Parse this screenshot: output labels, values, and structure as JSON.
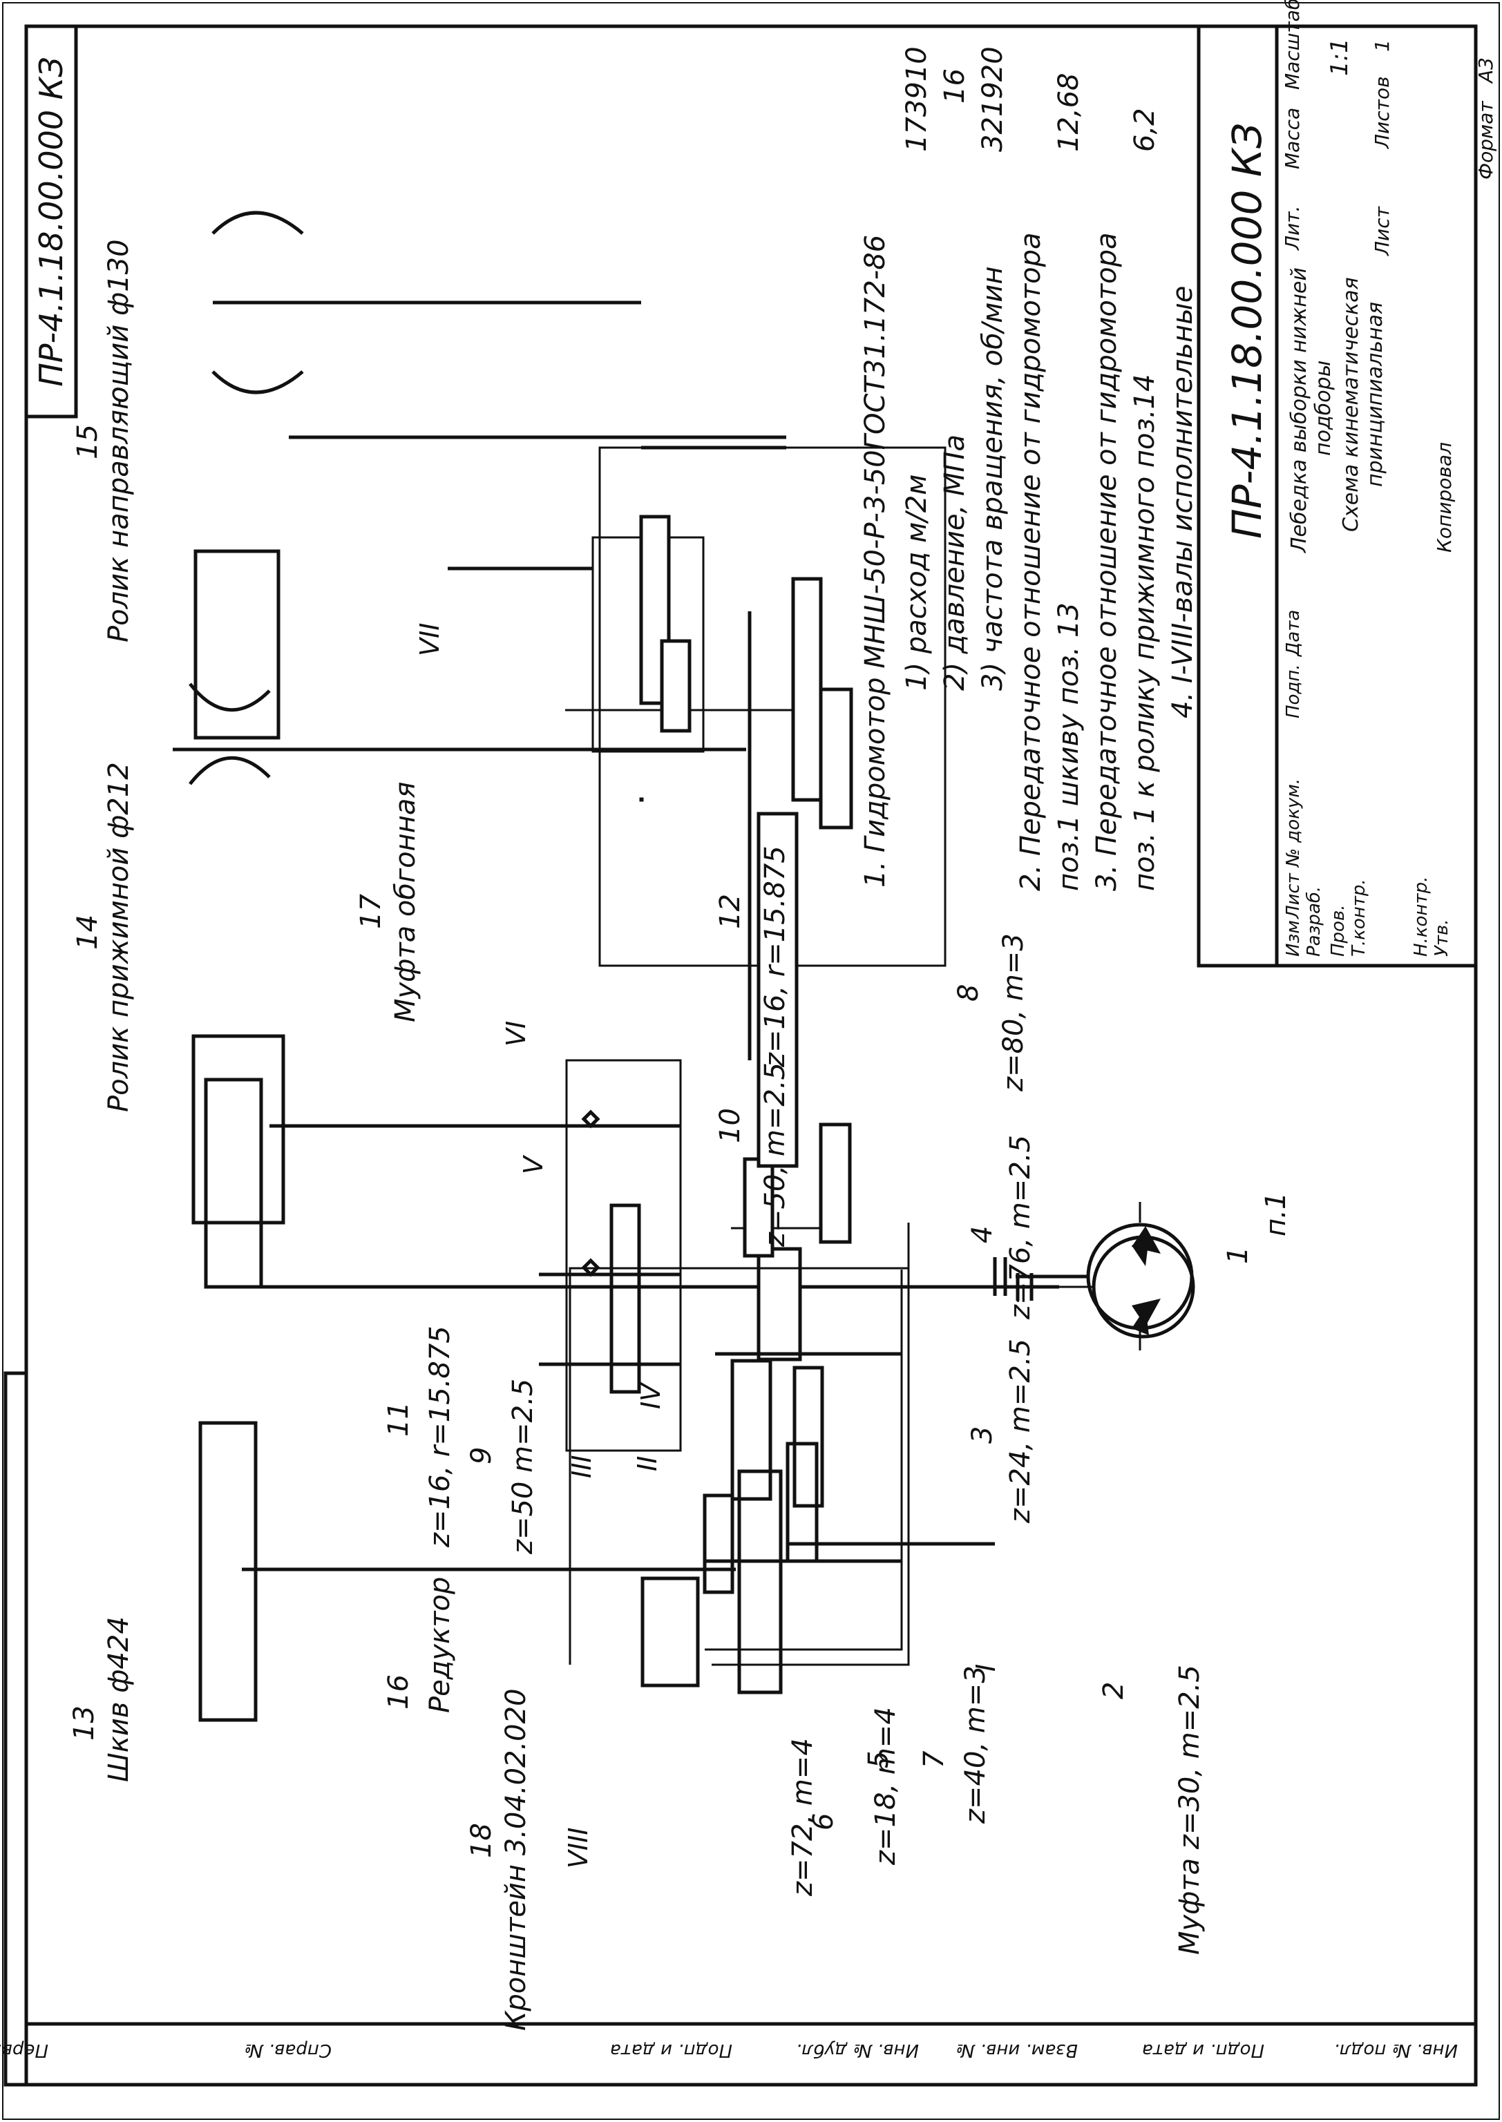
{
  "document": {
    "code": "ПР-4.1.18.00.000 КЗ",
    "code_corner": "ПР-4.1.18.00.000 КЗ",
    "format_label": "Формат",
    "format_value": "А3",
    "copied_label": "Копировал"
  },
  "title_block": {
    "name_lines": [
      "Лебедка выборки нижней",
      "подборы",
      "Схема кинематическая",
      "принципиальная"
    ],
    "headers": {
      "lit": "Лит.",
      "mass": "Масса",
      "scale": "Масштаб",
      "scale_value": "1:1",
      "sheet": "Лист",
      "sheets": "Листов",
      "sheets_value": "1"
    },
    "rev_headers": [
      "Изм",
      "Лист",
      "№ докум.",
      "Подп.",
      "Дата"
    ],
    "roles": [
      "Разраб.",
      "Пров.",
      "Т.контр.",
      "Н.контр.",
      "Утв."
    ]
  },
  "side_strip": {
    "cells": [
      "Перв. примен.",
      "Справ. №",
      "Подп. и дата",
      "Инв. № дубл.",
      "Взам. инв. №",
      "Подп. и дата",
      "Инв. № подл."
    ]
  },
  "notes": {
    "lines": [
      "1. Гидромотор МНШ-50-Р-3-50ГОСТ31.172-86",
      "1) расход м/2м",
      "2) давление, МПа",
      "3) частота вращения, об/мин",
      "2. Передаточное отношение от гидромотора",
      "поз.1 шкиву поз. 13",
      "3. Передаточное отношение от гидромотора",
      "поз. 1 к ролику прижимного поз.14",
      "4. I-VIII-валы исполнительные"
    ],
    "values": [
      "173910",
      "16",
      "321920",
      "12,68",
      "6,2"
    ]
  },
  "components": [
    {
      "pos": "1",
      "text": "п.1"
    },
    {
      "pos": "2",
      "text": "Муфта z=30, m=2.5"
    },
    {
      "pos": "3",
      "text": "z=24, m=2.5"
    },
    {
      "pos": "4",
      "text": "z=76, m=2.5"
    },
    {
      "pos": "5",
      "text": "z=18, m=4"
    },
    {
      "pos": "6",
      "text": "z=72, m=4"
    },
    {
      "pos": "7",
      "text": "z=40, m=3"
    },
    {
      "pos": "8",
      "text": "z=80, m=3"
    },
    {
      "pos": "9",
      "text": "z=50 m=2.5"
    },
    {
      "pos": "10",
      "text": "z=50, m=2.5"
    },
    {
      "pos": "11",
      "text": "z=16, r=15.875"
    },
    {
      "pos": "12",
      "text": "z=16, r=15.875"
    },
    {
      "pos": "13",
      "text": "Шкив ф424"
    },
    {
      "pos": "14",
      "text": "Ролик прижимной ф212"
    },
    {
      "pos": "15",
      "text": "Ролик направляющий ф130"
    },
    {
      "pos": "16",
      "text": "Редуктор"
    },
    {
      "pos": "17",
      "text": "Муфта обгонная"
    },
    {
      "pos": "18",
      "text": "Кронштейн 3.04.02.020"
    }
  ],
  "shafts": [
    "I",
    "II",
    "III",
    "IV",
    "V",
    "VI",
    "VII",
    "VIII"
  ]
}
